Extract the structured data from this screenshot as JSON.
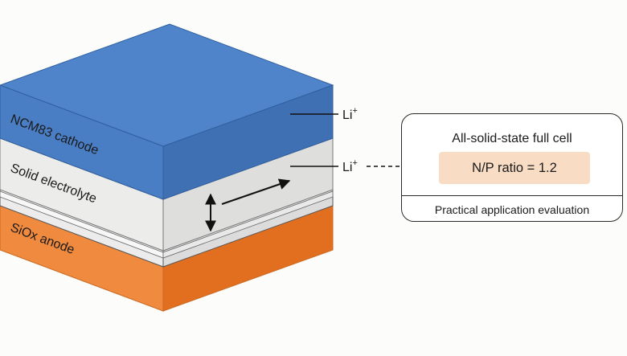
{
  "layers": {
    "cathode": {
      "label": "NCM83 cathode",
      "color": "#4a7ec4"
    },
    "electrolyte": {
      "label": "Solid electrolyte",
      "color": "#e3e3e1"
    },
    "anode": {
      "label": "SiOx anode",
      "color": "#ee8232"
    }
  },
  "ion_labels": {
    "top": {
      "base": "Li",
      "sup": "+"
    },
    "middle": {
      "base": "Li",
      "sup": "+"
    }
  },
  "cell_card": {
    "title": "All-solid-state full cell",
    "ratio": "N/P ratio = 1.2",
    "footer": "Practical application evaluation"
  }
}
